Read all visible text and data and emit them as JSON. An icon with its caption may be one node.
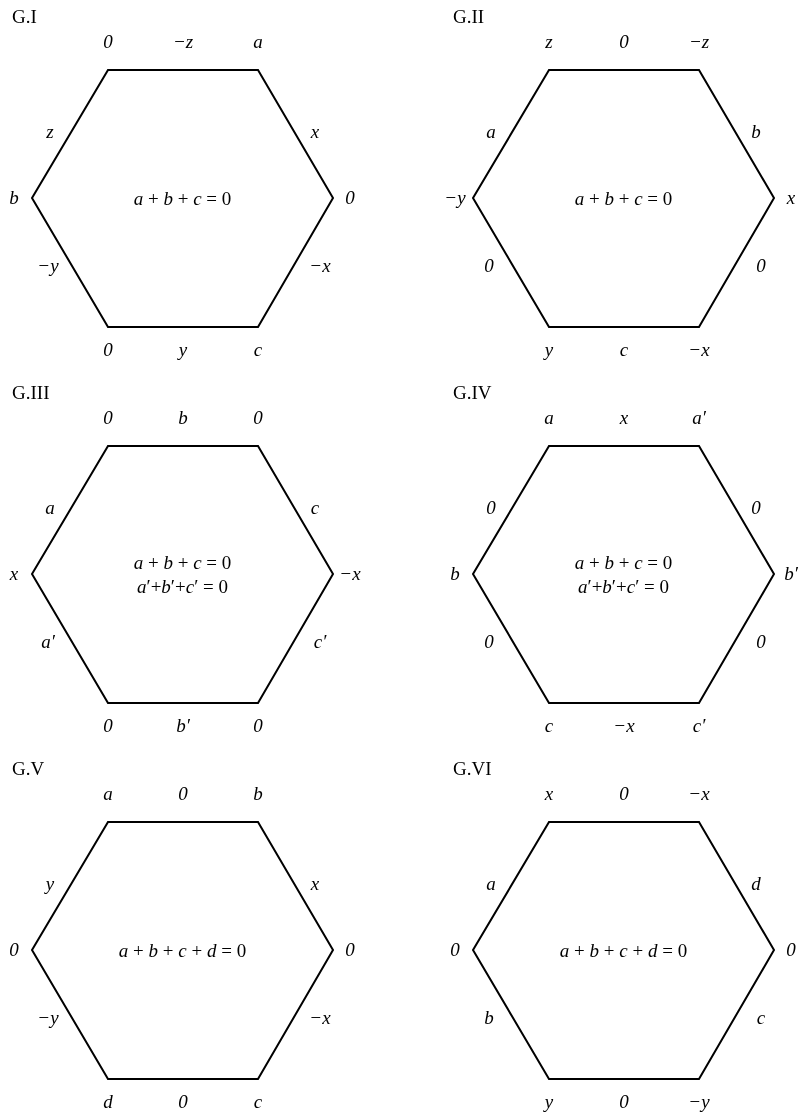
{
  "diagram": {
    "nodes": [
      {
        "text": [
          "G.I",
          "*a* + *b* + *c* = 0"
        ],
        "beside": [
          "0",
          "−z",
          "a",
          "z",
          "x",
          "b",
          "0",
          "−y",
          "−x",
          "0",
          "y",
          "c"
        ]
      },
      {
        "text": [
          "G.II",
          "*a* + *b* + *c* = 0"
        ],
        "beside": [
          "z",
          "0",
          "−z",
          "a",
          "b",
          "−y",
          "x",
          "0",
          "0",
          "y",
          "c",
          "−x"
        ]
      },
      {
        "text": [
          "G.III",
          "*a* + *b* + *c* = 0",
          "*a*′+*b*′+*c*′ = 0"
        ],
        "beside": [
          "0",
          "b",
          "0",
          "a",
          "c",
          "x",
          "−x",
          "a′",
          "c′",
          "0",
          "b′",
          "0"
        ]
      },
      {
        "text": [
          "G.IV",
          "*a* + *b* + *c* = 0",
          "*a*′+*b*′+*c*′ = 0"
        ],
        "beside": [
          "a",
          "x",
          "a′",
          "0",
          "0",
          "b",
          "b′",
          "0",
          "0",
          "c",
          "−x",
          "c′"
        ]
      },
      {
        "text": [
          "G.V",
          "*a* + *b* + *c* + *d* = 0"
        ],
        "beside": [
          "a",
          "0",
          "b",
          "y",
          "x",
          "0",
          "0",
          "−y",
          "−x",
          "d",
          "0",
          "c"
        ]
      },
      {
        "text": [
          "G.VI",
          "*a* + *b* + *c* + *d* = 0"
        ],
        "beside": [
          "x",
          "0",
          "−x",
          "a",
          "d",
          "0",
          "0",
          "b",
          "c",
          "y",
          "0",
          "−y"
        ]
      }
    ]
  }
}
